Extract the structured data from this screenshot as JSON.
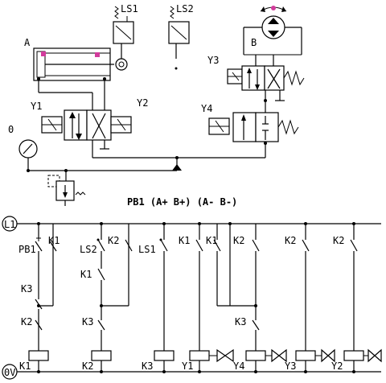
{
  "labels": {
    "cylinder": "A",
    "motor": "B",
    "gauge": "0",
    "ls1_top": "LS1",
    "ls2_top": "LS2",
    "y1": "Y1",
    "y2": "Y2",
    "y3_top": "Y3",
    "y4_top": "Y4",
    "sequence": "PB1 (A+ B+)  (A- B-)",
    "rail_top": "L1",
    "rail_bottom": "0V"
  },
  "ladder": {
    "pb1": "PB1",
    "ls2": "LS2",
    "ls1": "LS1",
    "k1_a": "K1",
    "k2_a": "K2",
    "k1_b": "K1",
    "k1_c": "K1",
    "k2_b": "K2",
    "k2_c": "K2",
    "k2_d": "K2",
    "k3_a": "K3",
    "k2_e": "K2",
    "k1_d": "K1",
    "k3_b": "K3",
    "k3_c": "K3",
    "coil_k1": "K1",
    "coil_k2": "K2",
    "coil_k3": "K3",
    "coil_y1": "Y1",
    "coil_y4": "Y4",
    "coil_y3": "Y3",
    "coil_y2": "Y2"
  }
}
